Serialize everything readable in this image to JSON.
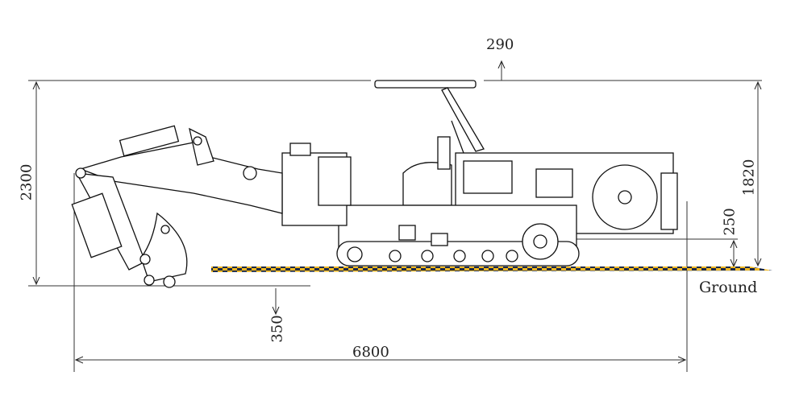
{
  "title": "Machine side elevation dimension drawing",
  "dimensions": {
    "overall_height": "2300",
    "canopy_height": "1820",
    "canopy_offset": "290",
    "ground_clearance": "250",
    "dig_depth": "350",
    "overall_length": "6800"
  },
  "ground_label": "Ground",
  "colors": {
    "line": "#222222",
    "ground_yellow": "#f2b820",
    "ground_blue": "#1c2a4a"
  }
}
